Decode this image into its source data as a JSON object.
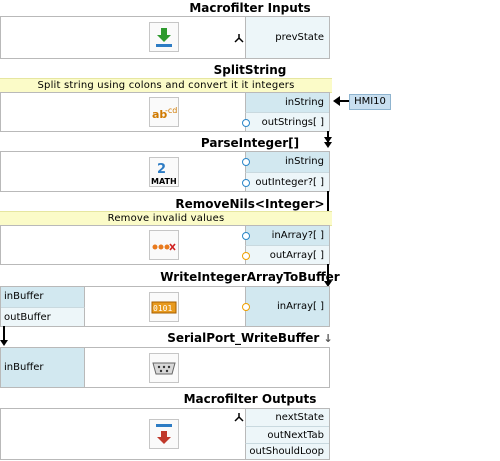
{
  "blocks": {
    "macro_inputs": {
      "title": "Macrofilter Inputs",
      "ports": [
        "prevState"
      ]
    },
    "split": {
      "title": "SplitString",
      "comment": "Split string using colons and convert it it integers",
      "ports": [
        "inString",
        "outStrings[ ]"
      ]
    },
    "parse": {
      "title": "ParseInteger[]",
      "ports": [
        "inString",
        "outInteger?[ ]"
      ]
    },
    "removenils": {
      "title": "RemoveNils<Integer>",
      "comment": "Remove invalid values",
      "ports": [
        "inArray?[ ]",
        "outArray[ ]"
      ]
    },
    "writearray": {
      "title": "WriteIntegerArrayToBuffer",
      "left_ports": [
        "inBuffer",
        "outBuffer"
      ],
      "ports": [
        "inArray[ ]"
      ]
    },
    "serial": {
      "title": "SerialPort_WriteBuffer",
      "title_suffix": "↓",
      "left_ports": [
        "inBuffer"
      ]
    },
    "macro_outputs": {
      "title": "Macrofilter Outputs",
      "ports": [
        "nextState",
        "outNextTab",
        "outShouldLoop"
      ]
    }
  },
  "hmi": {
    "label": "HMI10"
  },
  "colors": {
    "in_port": "#d2e8f0",
    "out_port": "#edf6f9",
    "comment_bg": "#fbfbc8"
  }
}
